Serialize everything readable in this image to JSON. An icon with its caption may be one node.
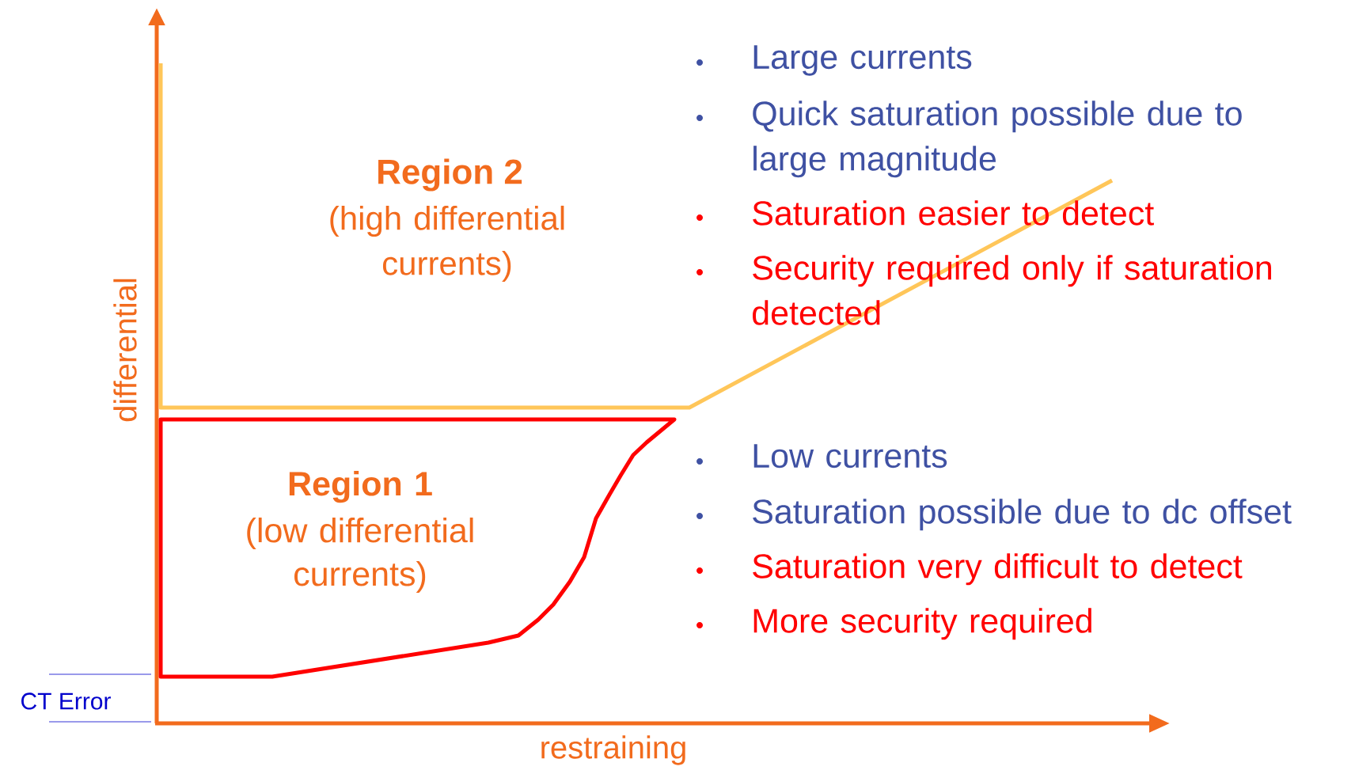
{
  "diagram": {
    "nodes": [
      {
        "text": [
          "Region 1",
          "(low differential currents)"
        ]
      }
    ],
    "labels": [
      "Region 2",
      "(high differential currents)",
      "Large currents",
      "Quick saturation possible due to large magnitude",
      "Saturation easier to detect",
      "Security required only if saturation detected",
      "Low currents",
      "Saturation possible due to dc offset",
      "Saturation very difficult to detect",
      "More security required",
      "differential",
      "restraining",
      "CT Error"
    ]
  }
}
